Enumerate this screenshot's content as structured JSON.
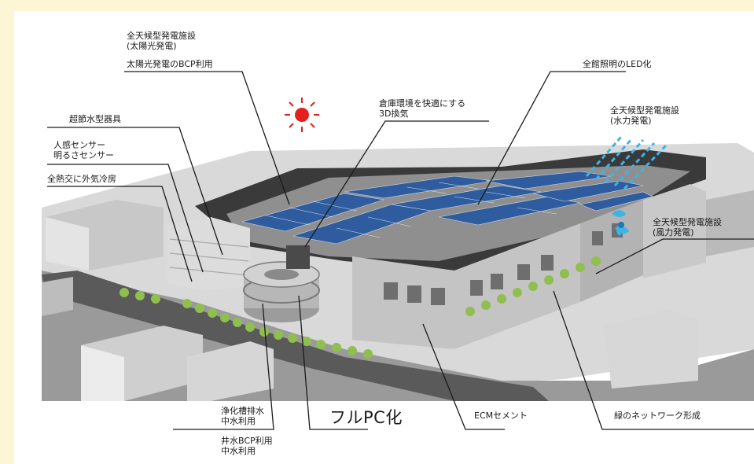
{
  "labels": {
    "solar_all_weather": [
      "全天候型発電施設",
      "(太陽光発電)"
    ],
    "solar_bcp": "太陽光発電のBCP利用",
    "led": "全館照明のLED化",
    "ventilation": [
      "倉庫環境を快適にする",
      "3D換気"
    ],
    "water_saving": "超節水型器具",
    "sensors": [
      "人感センサー",
      "明るさセンサー"
    ],
    "heat_exchange": "全熱交に外気冷房",
    "hydro": [
      "全天候型発電施設",
      "(水力発電)"
    ],
    "wind": [
      "全天候型発電施設",
      "(風力発電)"
    ],
    "septic": [
      "浄化槽排水",
      "中水利用"
    ],
    "well": [
      "井水BCP利用",
      "中水利用"
    ],
    "full_pc": "フルPC化",
    "ecm": "ECMセメント",
    "green_network": "緑のネットワーク形成"
  },
  "colors": {
    "background": "#fdf6d4",
    "panel": "#ffffff",
    "sun": "#e61e1e",
    "water": "#3cb4e6",
    "solar_panel": "#2e5c9e",
    "leader_line": "#1a1a1a"
  }
}
